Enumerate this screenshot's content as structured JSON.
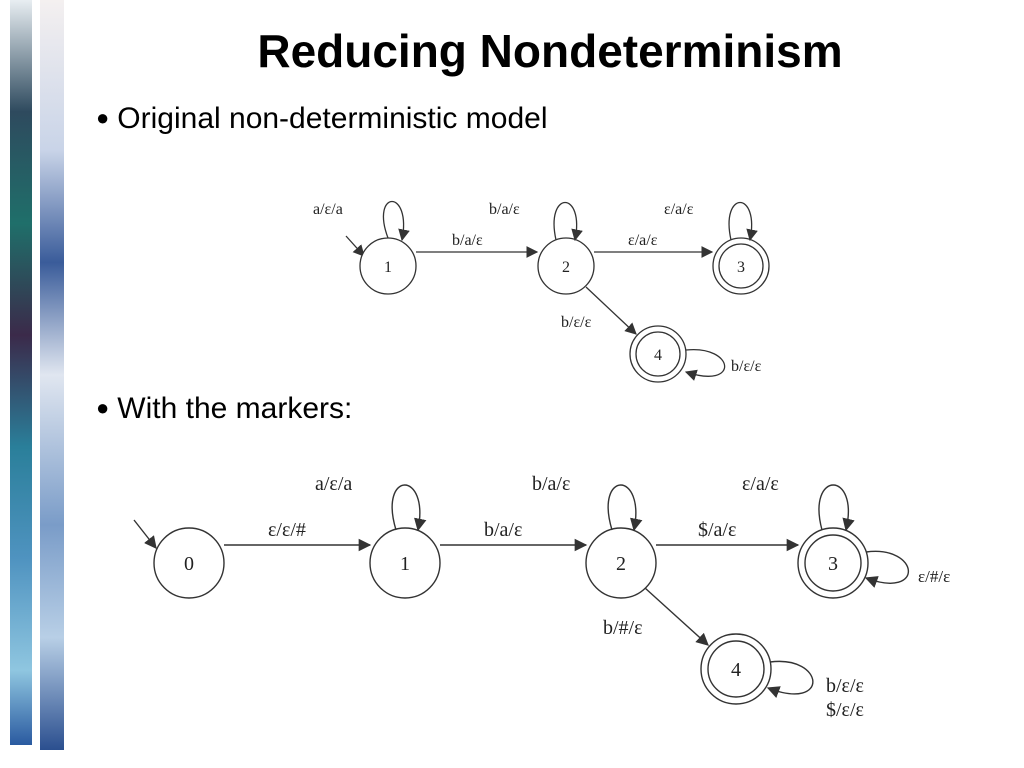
{
  "title": "Reducing Nondeterminism",
  "bullets": [
    {
      "marker": "●",
      "text": "Original non-deterministic model"
    },
    {
      "marker": "●",
      "text": "With the markers:"
    }
  ],
  "diagram1": {
    "states": {
      "s1": "1",
      "s2": "2",
      "s3": "3",
      "s4": "4"
    },
    "edges": {
      "loop1": "a/ε/a",
      "e12": "b/a/ε",
      "loop2": "b/a/ε",
      "e23": "ε/a/ε",
      "loop3": "ε/a/ε",
      "e24": "b/ε/ε",
      "loop4": "b/ε/ε"
    }
  },
  "diagram2": {
    "states": {
      "s0": "0",
      "s1": "1",
      "s2": "2",
      "s3": "3",
      "s4": "4"
    },
    "edges": {
      "e01": "ε/ε/#",
      "loop1": "a/ε/a",
      "e12": "b/a/ε",
      "loop2": "b/a/ε",
      "e23": "$/a/ε",
      "loop3top": "ε/a/ε",
      "loop3right": "ε/#/ε",
      "e24": "b/#/ε",
      "loop4a": "b/ε/ε",
      "loop4b": "$/ε/ε"
    }
  }
}
